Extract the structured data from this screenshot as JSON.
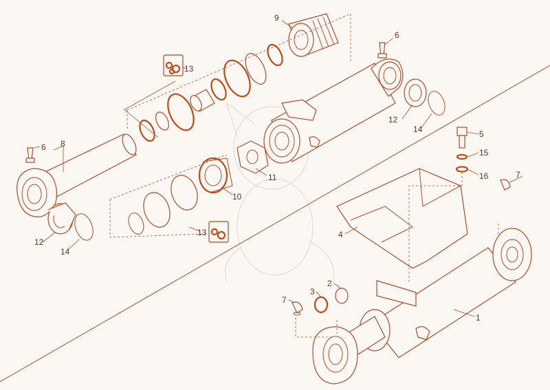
{
  "callouts": {
    "c1": "1",
    "c2": "2",
    "c3": "3",
    "c4": "4",
    "c5": "5",
    "c6a": "6",
    "c6b": "6",
    "c7a": "7",
    "c7b": "7",
    "c8": "8",
    "c9": "9",
    "c10": "10",
    "c11": "11",
    "c12a": "12",
    "c12b": "12",
    "c13a": "13",
    "c13b": "13",
    "c14a": "14",
    "c14b": "14",
    "c15": "15",
    "c16": "16"
  },
  "colors": {
    "line": "#b84a26",
    "background": "#fbf7f3",
    "watermark": "#e6ddd6"
  }
}
